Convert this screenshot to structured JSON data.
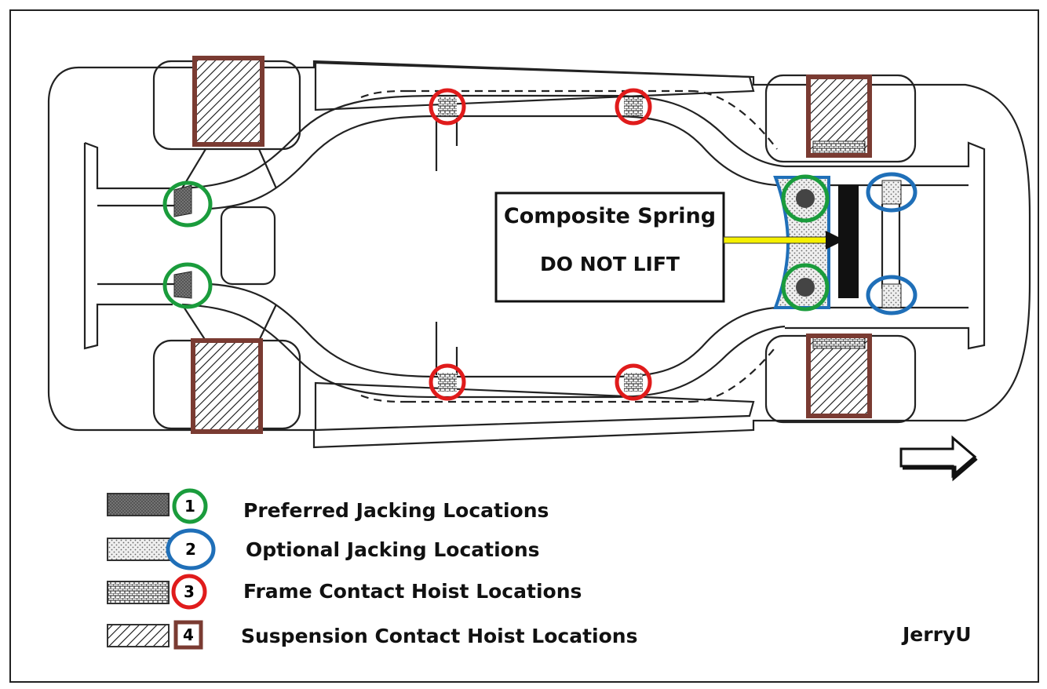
{
  "callout": {
    "title": "Composite Spring",
    "warning": "DO NOT LIFT"
  },
  "legend": [
    {
      "number": "1",
      "label": "Preferred Jacking Locations",
      "marker": "green-circle"
    },
    {
      "number": "2",
      "label": "Optional Jacking Locations",
      "marker": "blue-circle"
    },
    {
      "number": "3",
      "label": "Frame Contact Hoist Locations",
      "marker": "red-circle"
    },
    {
      "number": "4",
      "label": "Suspension Contact Hoist Locations",
      "marker": "brown-square"
    }
  ],
  "author": "JerryU",
  "colors": {
    "preferred": "#1a9c3c",
    "optional": "#1f6fb8",
    "frame": "#e01b1b",
    "suspension": "#7a3b32",
    "arrow_yellow": "#f5f000"
  },
  "icons": {
    "direction": "right-arrow-icon"
  }
}
